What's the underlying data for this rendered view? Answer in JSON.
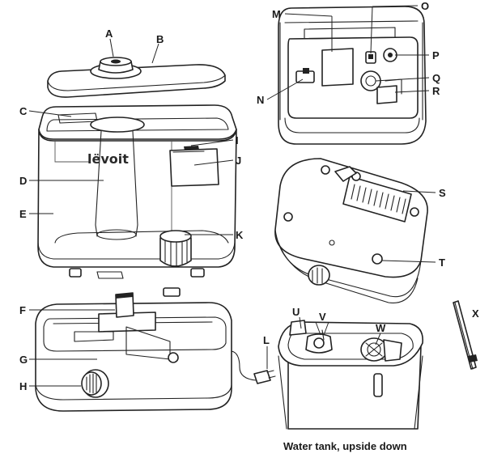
{
  "brand": "lëvoit",
  "caption": "Water tank, upside down",
  "callouts": {
    "A": "A",
    "B": "B",
    "C": "C",
    "D": "D",
    "E": "E",
    "F": "F",
    "G": "G",
    "H": "H",
    "I": "I",
    "J": "J",
    "K": "K",
    "L": "L",
    "M": "M",
    "N": "N",
    "O": "O",
    "P": "P",
    "Q": "Q",
    "R": "R",
    "S": "S",
    "T": "T",
    "U": "U",
    "V": "V",
    "W": "W",
    "X": "X"
  },
  "colors": {
    "ink": "#222222",
    "paper": "#ffffff"
  }
}
